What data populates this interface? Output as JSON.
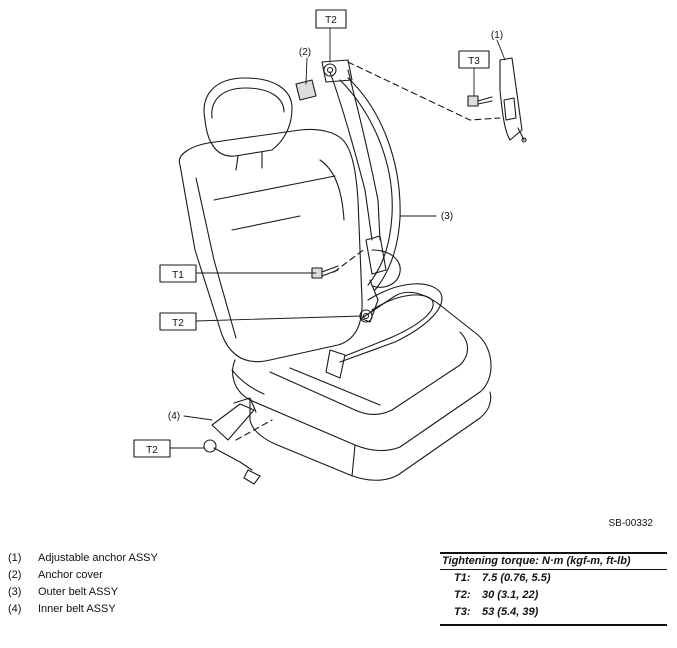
{
  "callouts": {
    "n1": "(1)",
    "n2": "(2)",
    "n3": "(3)",
    "n4": "(4)",
    "t2_top": "T2",
    "t3": "T3",
    "t1": "T1",
    "t2_mid": "T2",
    "t2_bottom": "T2"
  },
  "figure_ref": "SB-00332",
  "legend": [
    {
      "num": "(1)",
      "label": "Adjustable anchor ASSY"
    },
    {
      "num": "(2)",
      "label": "Anchor cover"
    },
    {
      "num": "(3)",
      "label": "Outer belt ASSY"
    },
    {
      "num": "(4)",
      "label": "Inner belt ASSY"
    }
  ],
  "torque": {
    "title": "Tightening torque: N·m (kgf-m, ft-lb)",
    "rows": [
      {
        "key": "T1:",
        "value": "7.5 (0.76, 5.5)"
      },
      {
        "key": "T2:",
        "value": "30 (3.1, 22)"
      },
      {
        "key": "T3:",
        "value": "53 (5.4, 39)"
      }
    ]
  }
}
